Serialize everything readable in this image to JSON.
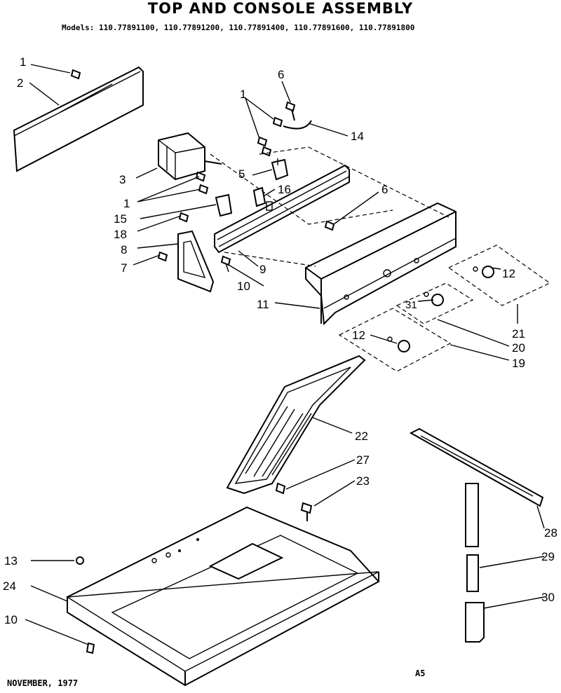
{
  "title": "TOP AND CONSOLE ASSEMBLY",
  "models_line": "Models: 110.77891100, 110.77891200, 110.77891400, 110.77891600, 110.77891800",
  "footer_date": "NOVEMBER, 1977",
  "footer_code": "A5",
  "callouts": {
    "c1a": "1",
    "c2": "2",
    "c6a": "6",
    "c1b": "1",
    "c14": "14",
    "c3": "3",
    "c5": "5",
    "c16": "16",
    "c1c": "1",
    "c15": "15",
    "c6b": "6",
    "c18": "18",
    "c8": "8",
    "c7": "7",
    "c9": "9",
    "c10a": "10",
    "c12a": "12",
    "c11": "11",
    "c31": "31",
    "c21": "21",
    "c12b": "12",
    "c20": "20",
    "c19": "19",
    "c22": "22",
    "c27": "27",
    "c23": "23",
    "c28": "28",
    "c29": "29",
    "c13": "13",
    "c24": "24",
    "c30": "30",
    "c10b": "10"
  }
}
